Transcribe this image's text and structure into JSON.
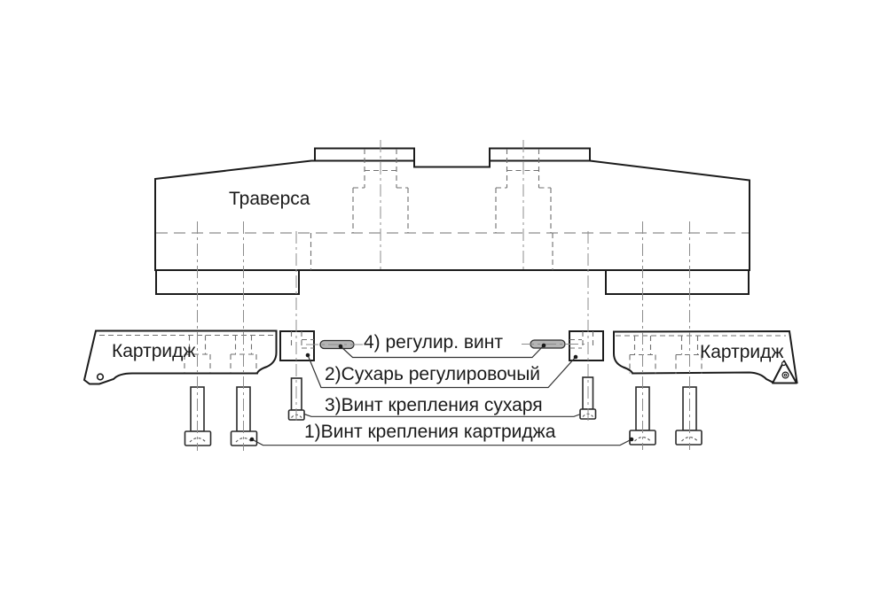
{
  "diagram": {
    "title": "Траверса",
    "cartridge_left_label": "Картридж",
    "cartridge_right_label": "Картридж",
    "callouts": {
      "adjusting_screw": "4) регулир. винт",
      "adjusting_block": "2)Сухарь регулировочый",
      "block_screw": "3)Винт крепления сухаря",
      "cartridge_screw": "1)Винт крепления картриджа"
    },
    "colors": {
      "line": "#1c1c1c",
      "hidden_line": "#6f6f6f",
      "center_line": "#8c8c8c",
      "screw_fill": "#b4b4b4",
      "background": "#ffffff"
    }
  }
}
